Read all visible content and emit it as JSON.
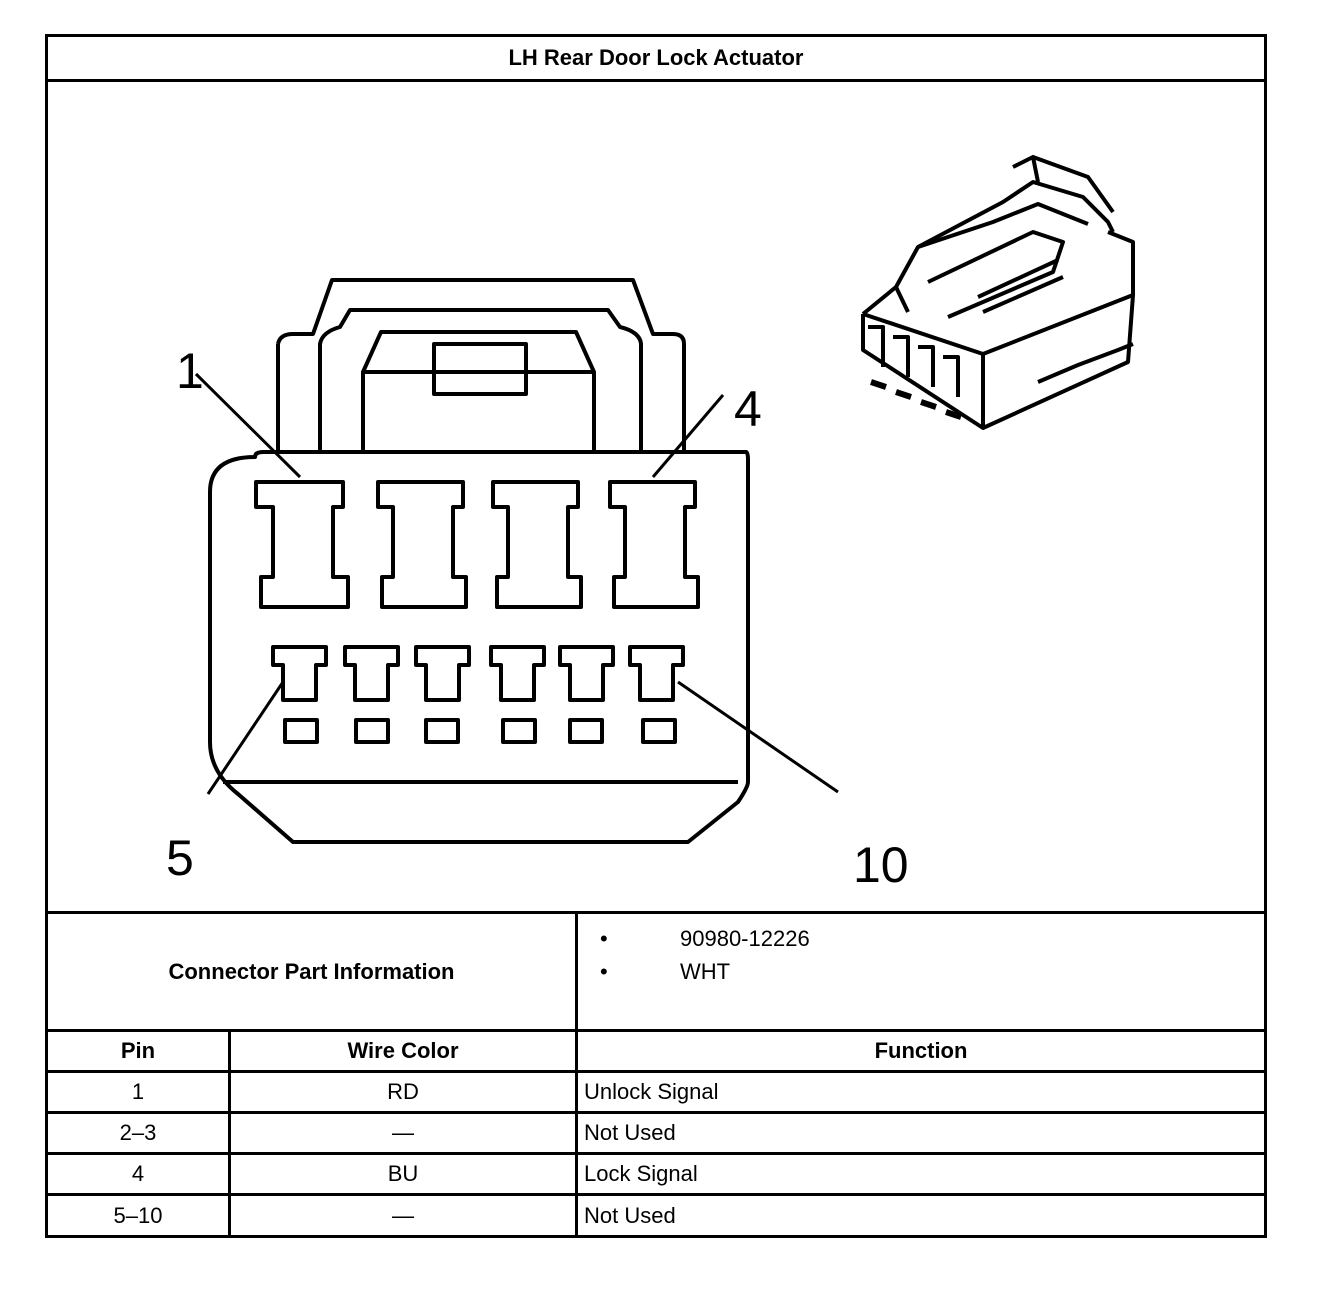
{
  "title": "LH Rear Door Lock Actuator",
  "diagram": {
    "pin_callouts": [
      "1",
      "4",
      "5",
      "10"
    ]
  },
  "connector_info": {
    "label": "Connector Part Information",
    "items": [
      "90980-12226",
      "WHT"
    ]
  },
  "table": {
    "headers": [
      "Pin",
      "Wire Color",
      "Function"
    ],
    "rows": [
      {
        "pin": "1",
        "wire": "RD",
        "function": "Unlock Signal"
      },
      {
        "pin": "2–3",
        "wire": "—",
        "function": "Not Used"
      },
      {
        "pin": "4",
        "wire": "BU",
        "function": "Lock Signal"
      },
      {
        "pin": "5–10",
        "wire": "—",
        "function": "Not Used"
      }
    ]
  }
}
